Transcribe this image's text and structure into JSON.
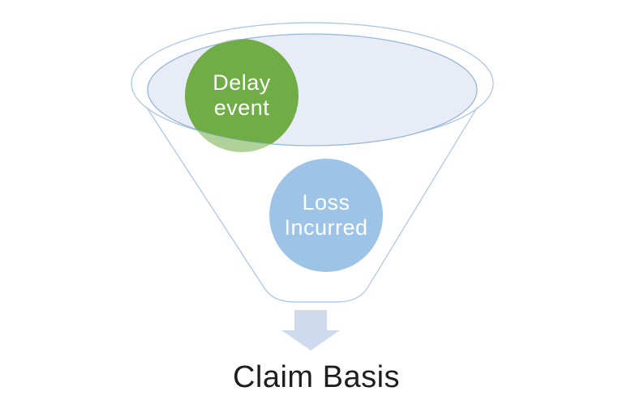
{
  "diagram": {
    "type": "funnel-diagram",
    "title": "Claim Basis",
    "title_color": "#1e1e1e",
    "background": "#ffffff",
    "funnel": {
      "rim_fill": "#e7ecf6",
      "rim_stroke": "#96b6dc",
      "outline_stroke": "#a9c3e6"
    },
    "bubbles": [
      {
        "id": "delay-event",
        "label": "Delay event",
        "lines": [
          "Delay",
          "event"
        ],
        "color": "#70ad47",
        "text_color": "#ffffff"
      },
      {
        "id": "loss-incurred",
        "label": "Loss Incurred",
        "lines": [
          "Loss",
          "Incurred"
        ],
        "color": "#9dc3e6",
        "text_color": "#ffffff"
      }
    ],
    "arrow": {
      "direction": "down",
      "color": "#cfdaee"
    }
  }
}
